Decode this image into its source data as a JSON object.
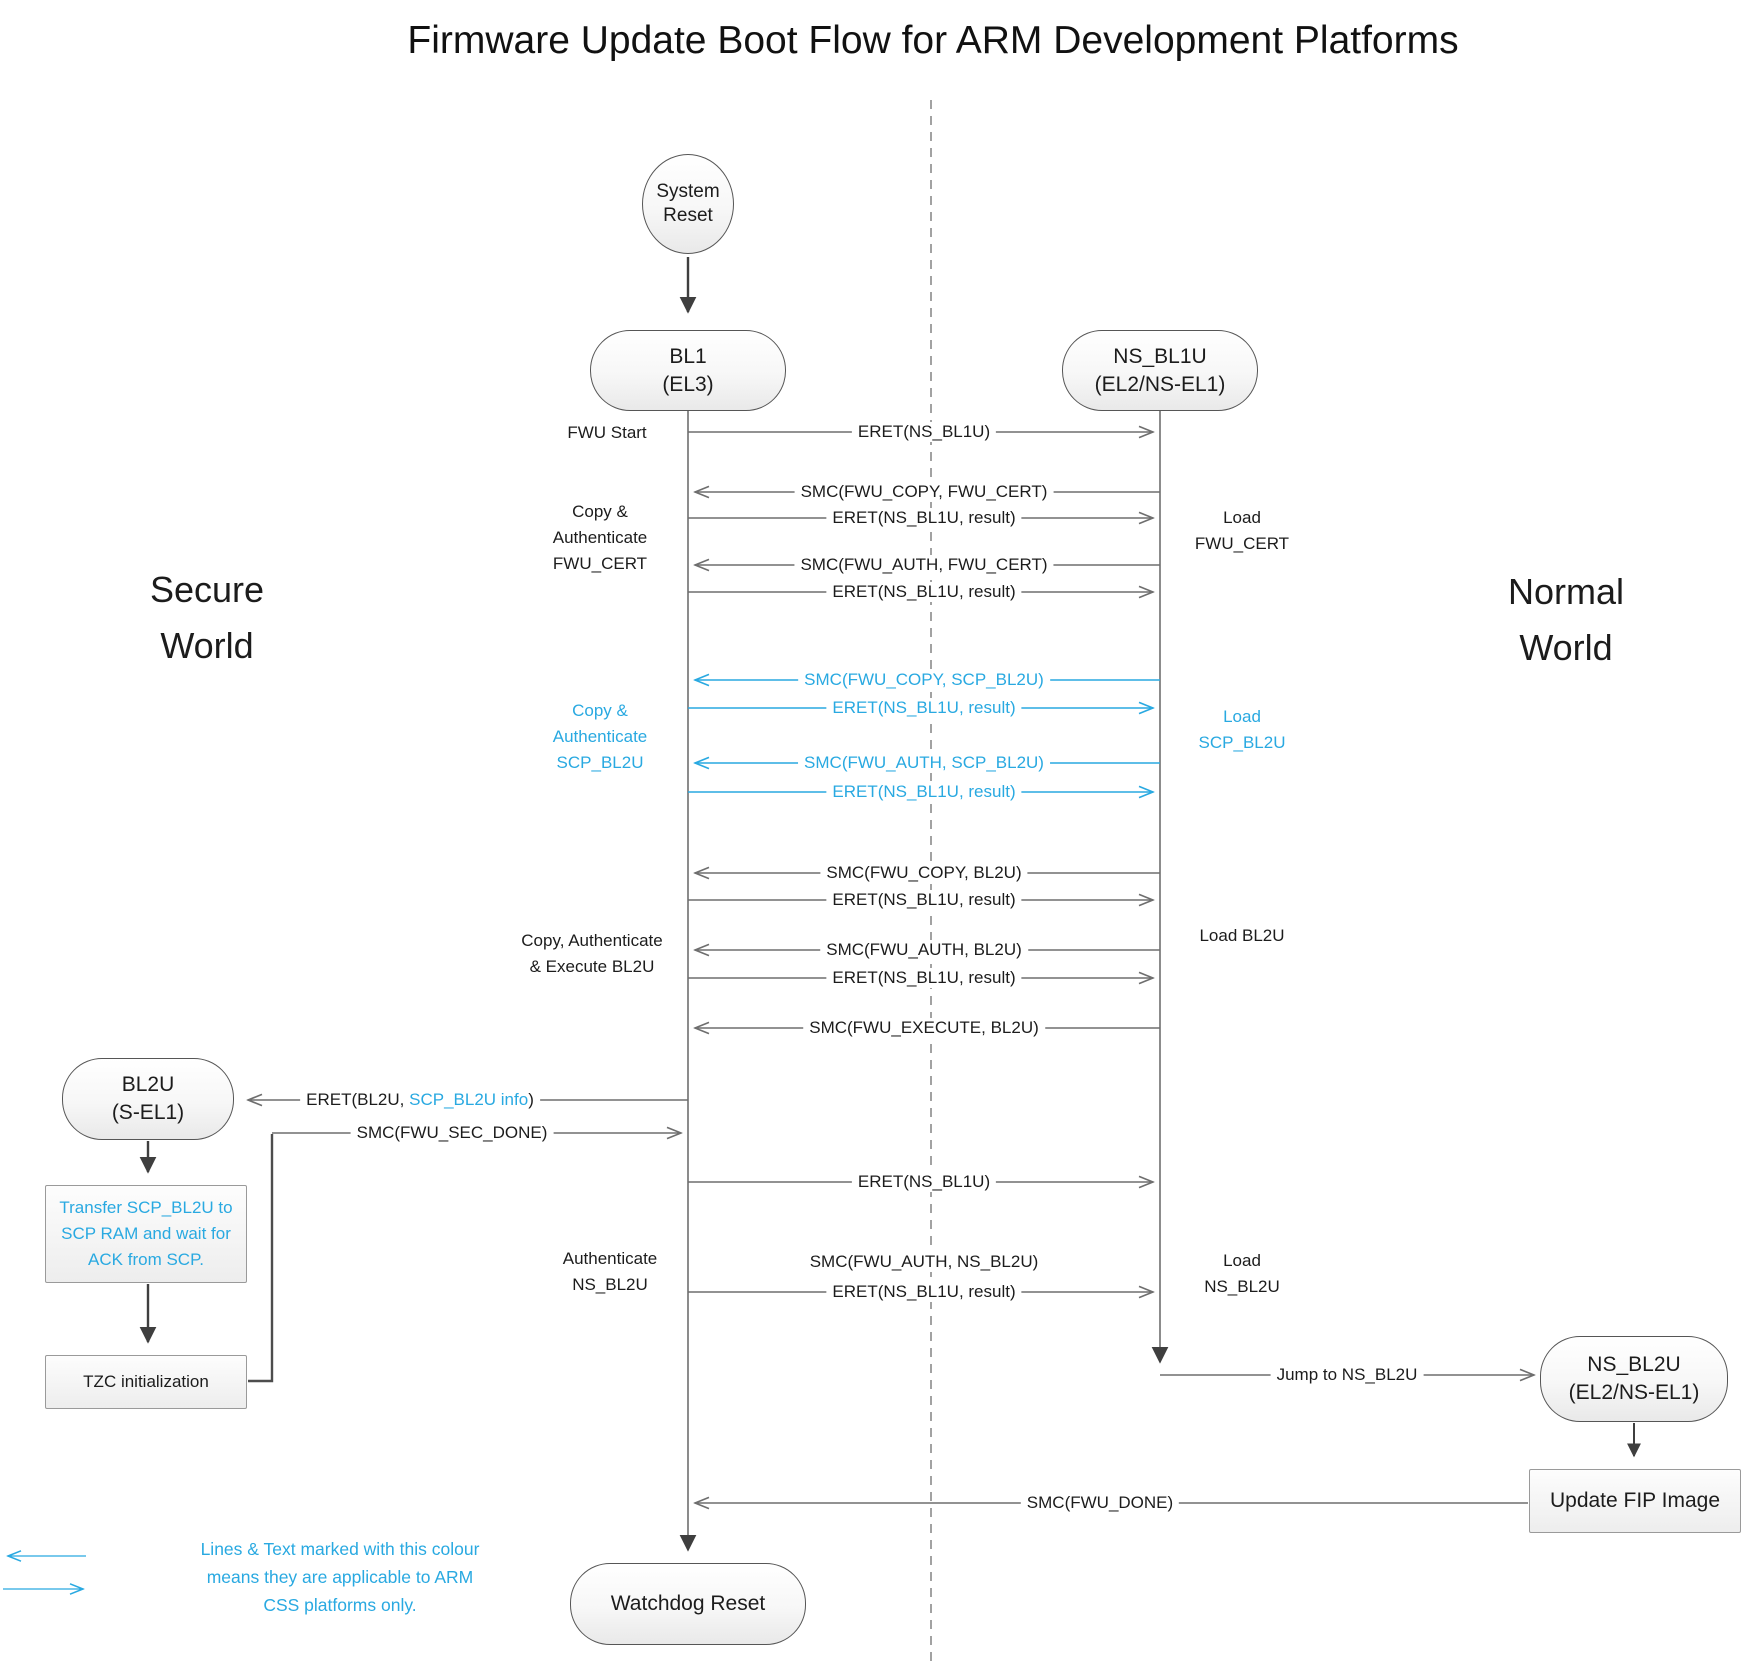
{
  "title": "Firmware Update Boot Flow for ARM Development Platforms",
  "worlds": {
    "secure": "Secure World",
    "normal": "Normal World"
  },
  "nodes": {
    "system_reset": "System Reset",
    "bl1": {
      "line1": "BL1",
      "line2": "(EL3)"
    },
    "ns_bl1u": {
      "line1": "NS_BL1U",
      "line2": "(EL2/NS-EL1)"
    },
    "bl2u": {
      "line1": "BL2U",
      "line2": "(S-EL1)"
    },
    "ns_bl2u": {
      "line1": "NS_BL2U",
      "line2": "(EL2/NS-EL1)"
    },
    "watchdog_reset": "Watchdog Reset",
    "transfer_scp": "Transfer SCP_BL2U to SCP RAM and wait for ACK from SCP.",
    "tzc_init": "TZC initialization",
    "update_fip": "Update FIP Image"
  },
  "side_labels": {
    "fwu_start": "FWU Start",
    "copy_auth_fwu_cert": "Copy & Authenticate FWU_CERT",
    "load_fwu_cert": "Load FWU_CERT",
    "copy_auth_scp_bl2u": "Copy & Authenticate SCP_BL2U",
    "load_scp_bl2u": "Load SCP_BL2U",
    "copy_auth_exec_bl2u": "Copy, Authenticate & Execute BL2U",
    "load_bl2u": "Load BL2U",
    "auth_ns_bl2u": "Authenticate NS_BL2U",
    "load_ns_bl2u": "Load NS_BL2U"
  },
  "messages": {
    "eret_ns_bl1u": "ERET(NS_BL1U)",
    "smc_fwu_copy_fwu_cert": "SMC(FWU_COPY, FWU_CERT)",
    "eret_result": "ERET(NS_BL1U, result)",
    "smc_fwu_auth_fwu_cert": "SMC(FWU_AUTH, FWU_CERT)",
    "smc_fwu_copy_scp_bl2u": "SMC(FWU_COPY, SCP_BL2U)",
    "smc_fwu_auth_scp_bl2u": "SMC(FWU_AUTH, SCP_BL2U)",
    "smc_fwu_copy_bl2u": "SMC(FWU_COPY, BL2U)",
    "smc_fwu_auth_bl2u": "SMC(FWU_AUTH, BL2U)",
    "smc_fwu_execute_bl2u": "SMC(FWU_EXECUTE, BL2U)",
    "eret_bl2u": {
      "prefix": "ERET(BL2U, ",
      "highlight": "SCP_BL2U info",
      "suffix": ")"
    },
    "smc_fwu_sec_done": "SMC(FWU_SEC_DONE)",
    "smc_fwu_auth_ns_bl2u": "SMC(FWU_AUTH, NS_BL2U)",
    "jump_to_ns_bl2u": "Jump to NS_BL2U",
    "smc_fwu_done": "SMC(FWU_DONE)"
  },
  "legend": {
    "text": "Lines & Text marked with this colour means they are applicable to ARM CSS platforms only."
  },
  "colors": {
    "highlight_blue": "#29a9e1",
    "line_gray": "#6e6e6e",
    "text": "#1c1c1c"
  }
}
